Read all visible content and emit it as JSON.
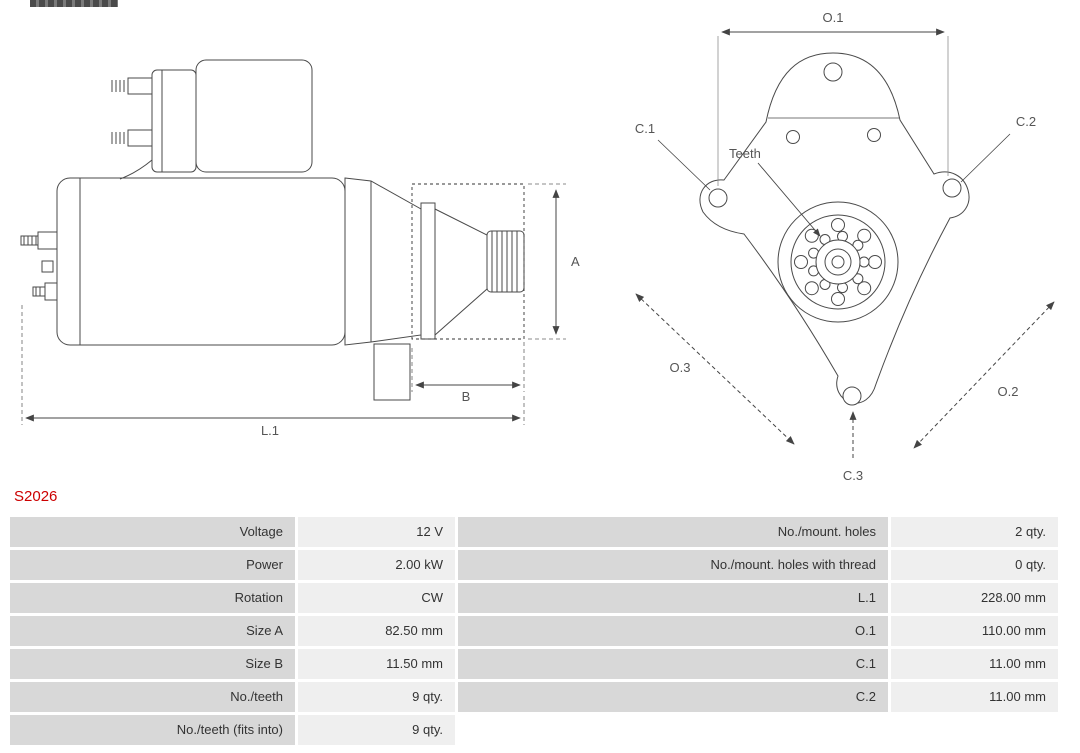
{
  "part_number": "S2026",
  "colors": {
    "part_number_red": "#cc0000",
    "table_label_bg": "#d8d8d8",
    "table_value_bg": "#efefef",
    "line_color": "#4a4a4a"
  },
  "diagram": {
    "labels": {
      "a": "A",
      "b": "B",
      "l1": "L.1",
      "o1": "O.1",
      "o2": "O.2",
      "o3": "O.3",
      "c1": "C.1",
      "c2": "C.2",
      "c3": "C.3",
      "teeth": "Teeth"
    }
  },
  "spec_table": {
    "rows": [
      {
        "left_label": "Voltage",
        "left_value": "12 V",
        "right_label": "No./mount. holes",
        "right_value": "2 qty."
      },
      {
        "left_label": "Power",
        "left_value": "2.00 kW",
        "right_label": "No./mount. holes with thread",
        "right_value": "0 qty."
      },
      {
        "left_label": "Rotation",
        "left_value": "CW",
        "right_label": "L.1",
        "right_value": "228.00 mm"
      },
      {
        "left_label": "Size A",
        "left_value": "82.50 mm",
        "right_label": "O.1",
        "right_value": "110.00 mm"
      },
      {
        "left_label": "Size B",
        "left_value": "11.50 mm",
        "right_label": "C.1",
        "right_value": "11.00 mm"
      },
      {
        "left_label": "No./teeth",
        "left_value": "9 qty.",
        "right_label": "C.2",
        "right_value": "11.00 mm"
      },
      {
        "left_label": "No./teeth (fits into)",
        "left_value": "9 qty.",
        "right_label": "",
        "right_value": ""
      }
    ]
  }
}
